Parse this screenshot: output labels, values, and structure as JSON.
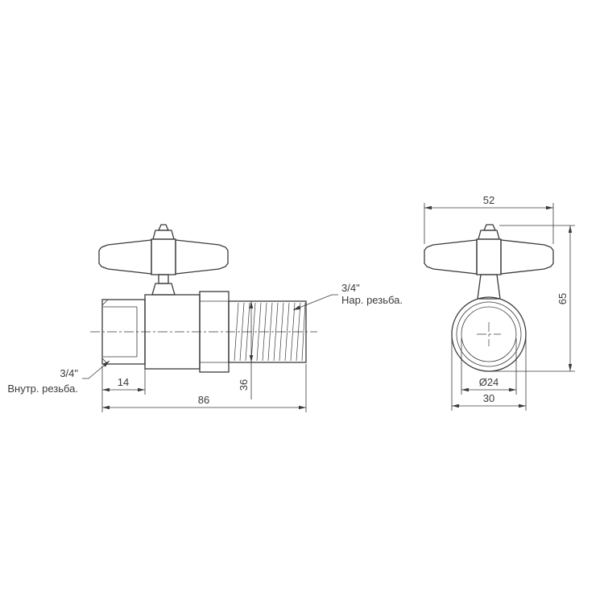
{
  "left_view": {
    "dim_14": "14",
    "dim_86": "86",
    "dim_36": "36",
    "leader_top_line1": "3/4\"",
    "leader_top_line2": "Нар. резьба.",
    "leader_bottom_line1": "3/4\"",
    "leader_bottom_line2": "Внутр. резьба."
  },
  "right_view": {
    "dim_52": "52",
    "dim_65": "65",
    "dim_d24": "Ø24",
    "dim_30": "30"
  },
  "colors": {
    "line": "#3a3a3a",
    "background": "#ffffff"
  }
}
